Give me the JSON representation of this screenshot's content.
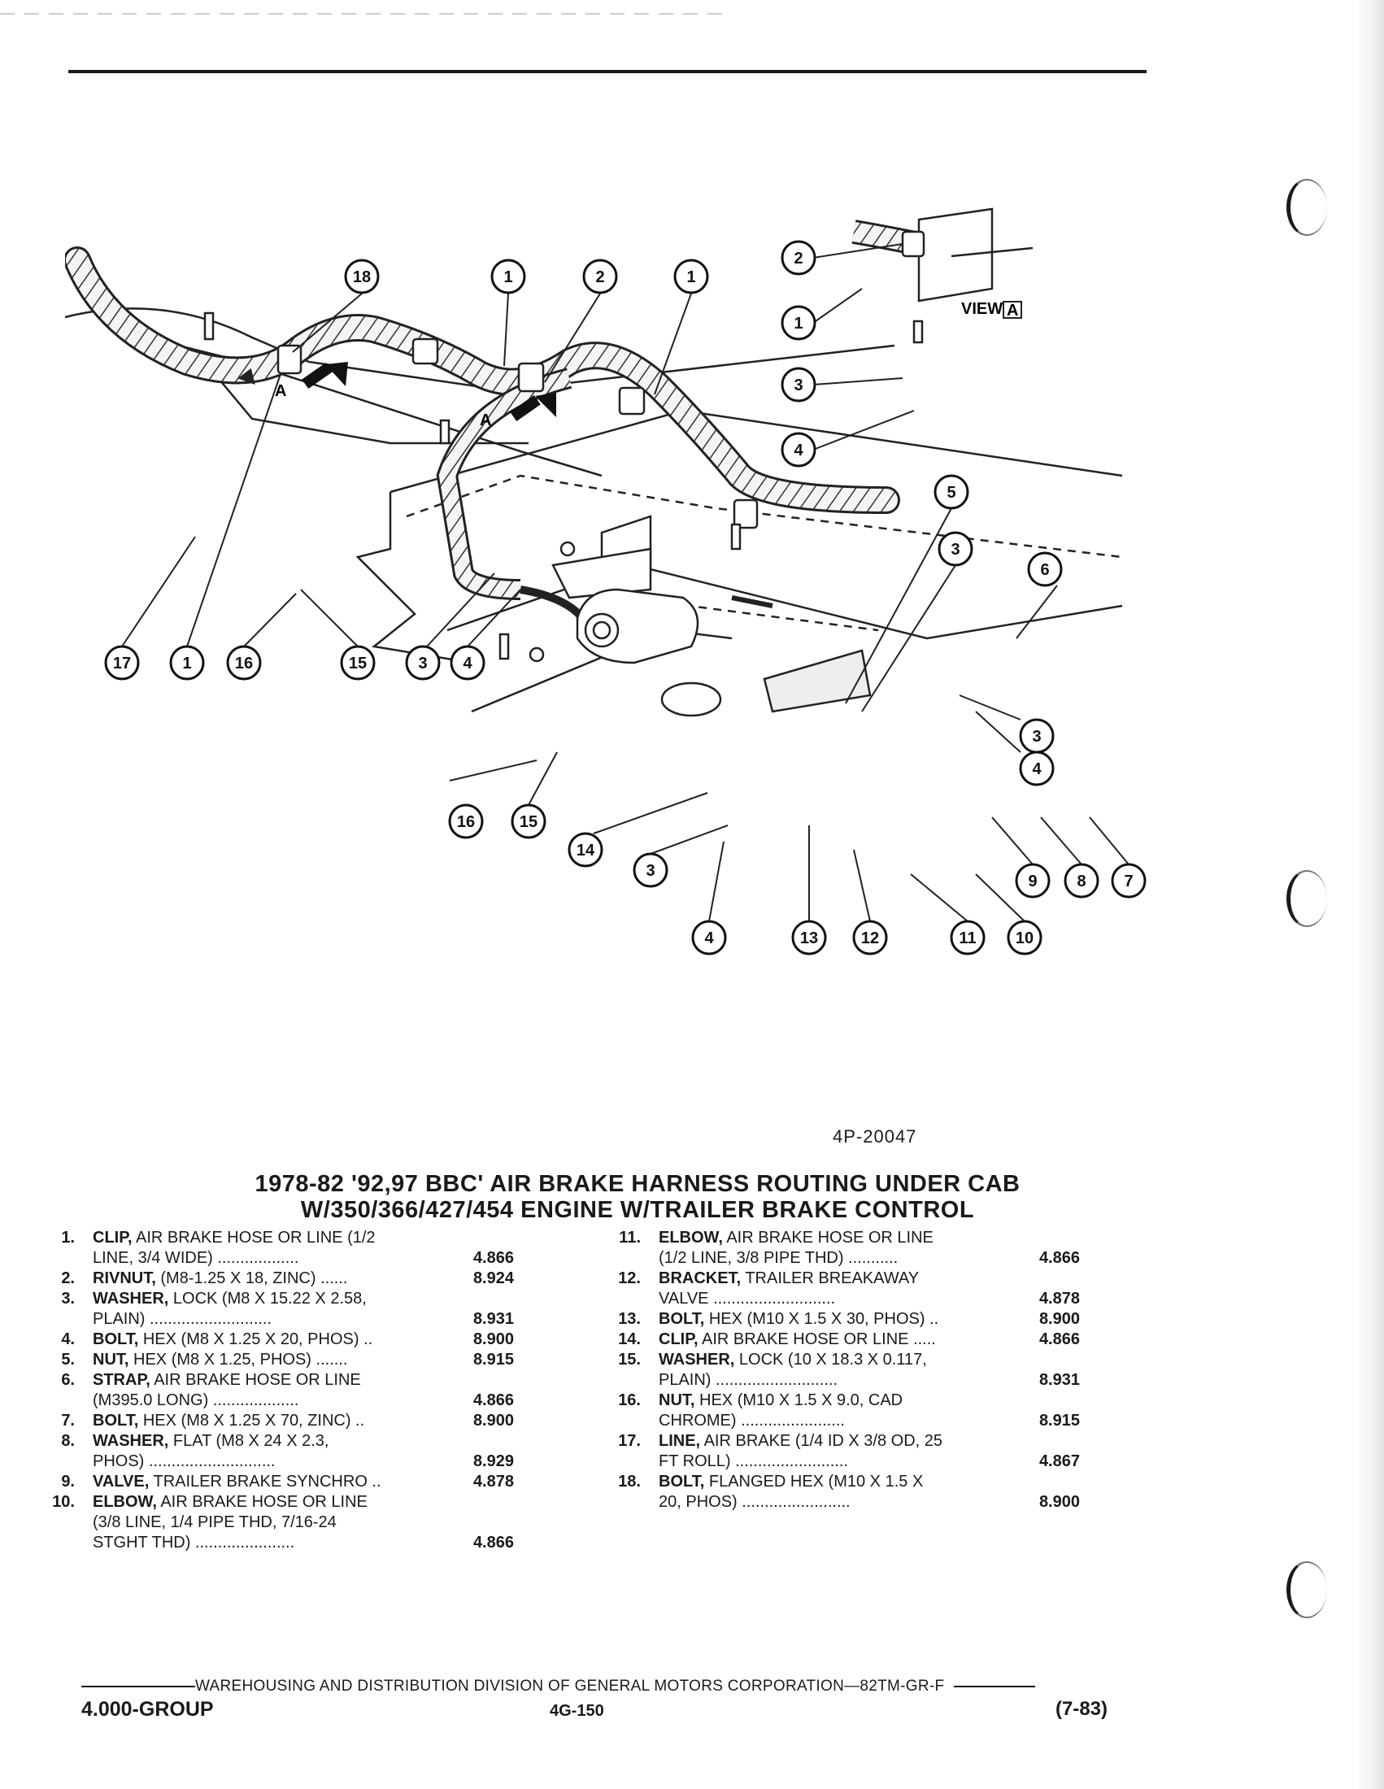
{
  "figure": {
    "code": "4P-20047",
    "view_label": "VIEW",
    "view_tag": "A",
    "arrow_tag": "A",
    "callouts": [
      "18",
      "1",
      "2",
      "1",
      "17",
      "1",
      "16",
      "15",
      "3",
      "4",
      "2",
      "1",
      "3",
      "4",
      "5",
      "3",
      "6",
      "3",
      "4",
      "16",
      "15",
      "14",
      "3",
      "4",
      "13",
      "12",
      "11",
      "10",
      "9",
      "8",
      "7"
    ]
  },
  "title": {
    "line1": "1978-82 '92,97 BBC' AIR BRAKE HARNESS ROUTING UNDER CAB",
    "line2": "W/350/366/427/454 ENGINE W/TRAILER BRAKE CONTROL"
  },
  "parts_left": [
    {
      "num": "1.",
      "name": "CLIP,",
      "lines": [
        "AIR BRAKE HOSE OR LINE (1/2",
        "LINE, 3/4 WIDE) .................."
      ],
      "code": "4.866"
    },
    {
      "num": "2.",
      "name": "RIVNUT,",
      "lines": [
        "(M8-1.25 X 18, ZINC) ......"
      ],
      "code": "8.924"
    },
    {
      "num": "3.",
      "name": "WASHER,",
      "lines": [
        "LOCK (M8 X 15.22 X 2.58,",
        "PLAIN) ..........................."
      ],
      "code": "8.931"
    },
    {
      "num": "4.",
      "name": "BOLT,",
      "lines": [
        "HEX (M8 X 1.25 X 20, PHOS) .."
      ],
      "code": "8.900"
    },
    {
      "num": "5.",
      "name": "NUT,",
      "lines": [
        "HEX (M8 X 1.25, PHOS) ......."
      ],
      "code": "8.915"
    },
    {
      "num": "6.",
      "name": "STRAP,",
      "lines": [
        "AIR BRAKE HOSE OR LINE",
        "(M395.0 LONG) ..................."
      ],
      "code": "4.866"
    },
    {
      "num": "7.",
      "name": "BOLT,",
      "lines": [
        "HEX (M8 X 1.25 X 70, ZINC) .."
      ],
      "code": "8.900"
    },
    {
      "num": "8.",
      "name": "WASHER,",
      "lines": [
        "FLAT (M8 X 24 X 2.3,",
        "PHOS) ............................"
      ],
      "code": "8.929"
    },
    {
      "num": "9.",
      "name": "VALVE,",
      "lines": [
        "TRAILER BRAKE SYNCHRO .."
      ],
      "code": "4.878"
    },
    {
      "num": "10.",
      "name": "ELBOW,",
      "lines": [
        "AIR BRAKE HOSE OR LINE",
        "(3/8 LINE, 1/4 PIPE THD, 7/16-24",
        "STGHT THD) ......................"
      ],
      "code": "4.866"
    }
  ],
  "parts_right": [
    {
      "num": "11.",
      "name": "ELBOW,",
      "lines": [
        "AIR BRAKE HOSE OR LINE",
        "(1/2 LINE, 3/8 PIPE THD) ..........."
      ],
      "code": "4.866"
    },
    {
      "num": "12.",
      "name": "BRACKET,",
      "lines": [
        "TRAILER BREAKAWAY",
        "VALVE ..........................."
      ],
      "code": "4.878"
    },
    {
      "num": "13.",
      "name": "BOLT,",
      "lines": [
        "HEX (M10 X 1.5 X 30, PHOS) .."
      ],
      "code": "8.900"
    },
    {
      "num": "14.",
      "name": "CLIP,",
      "lines": [
        "AIR BRAKE HOSE OR LINE ....."
      ],
      "code": "4.866"
    },
    {
      "num": "15.",
      "name": "WASHER,",
      "lines": [
        "LOCK (10 X 18.3 X 0.117,",
        "PLAIN) ..........................."
      ],
      "code": "8.931"
    },
    {
      "num": "16.",
      "name": "NUT,",
      "lines": [
        "HEX (M10 X 1.5 X 9.0, CAD",
        "CHROME) ......................."
      ],
      "code": "8.915"
    },
    {
      "num": "17.",
      "name": "LINE,",
      "lines": [
        "AIR BRAKE (1/4 ID X 3/8 OD, 25",
        "FT ROLL) ........................."
      ],
      "code": "4.867"
    },
    {
      "num": "18.",
      "name": "BOLT,",
      "lines": [
        "FLANGED HEX (M10 X 1.5 X",
        "20, PHOS) ........................"
      ],
      "code": "8.900"
    }
  ],
  "footer": {
    "line": "WAREHOUSING AND DISTRIBUTION  DIVISION OF GENERAL MOTORS CORPORATION—82TM-GR-F",
    "group": "4.000-GROUP",
    "page": "4G-150",
    "date": "(7-83)"
  }
}
